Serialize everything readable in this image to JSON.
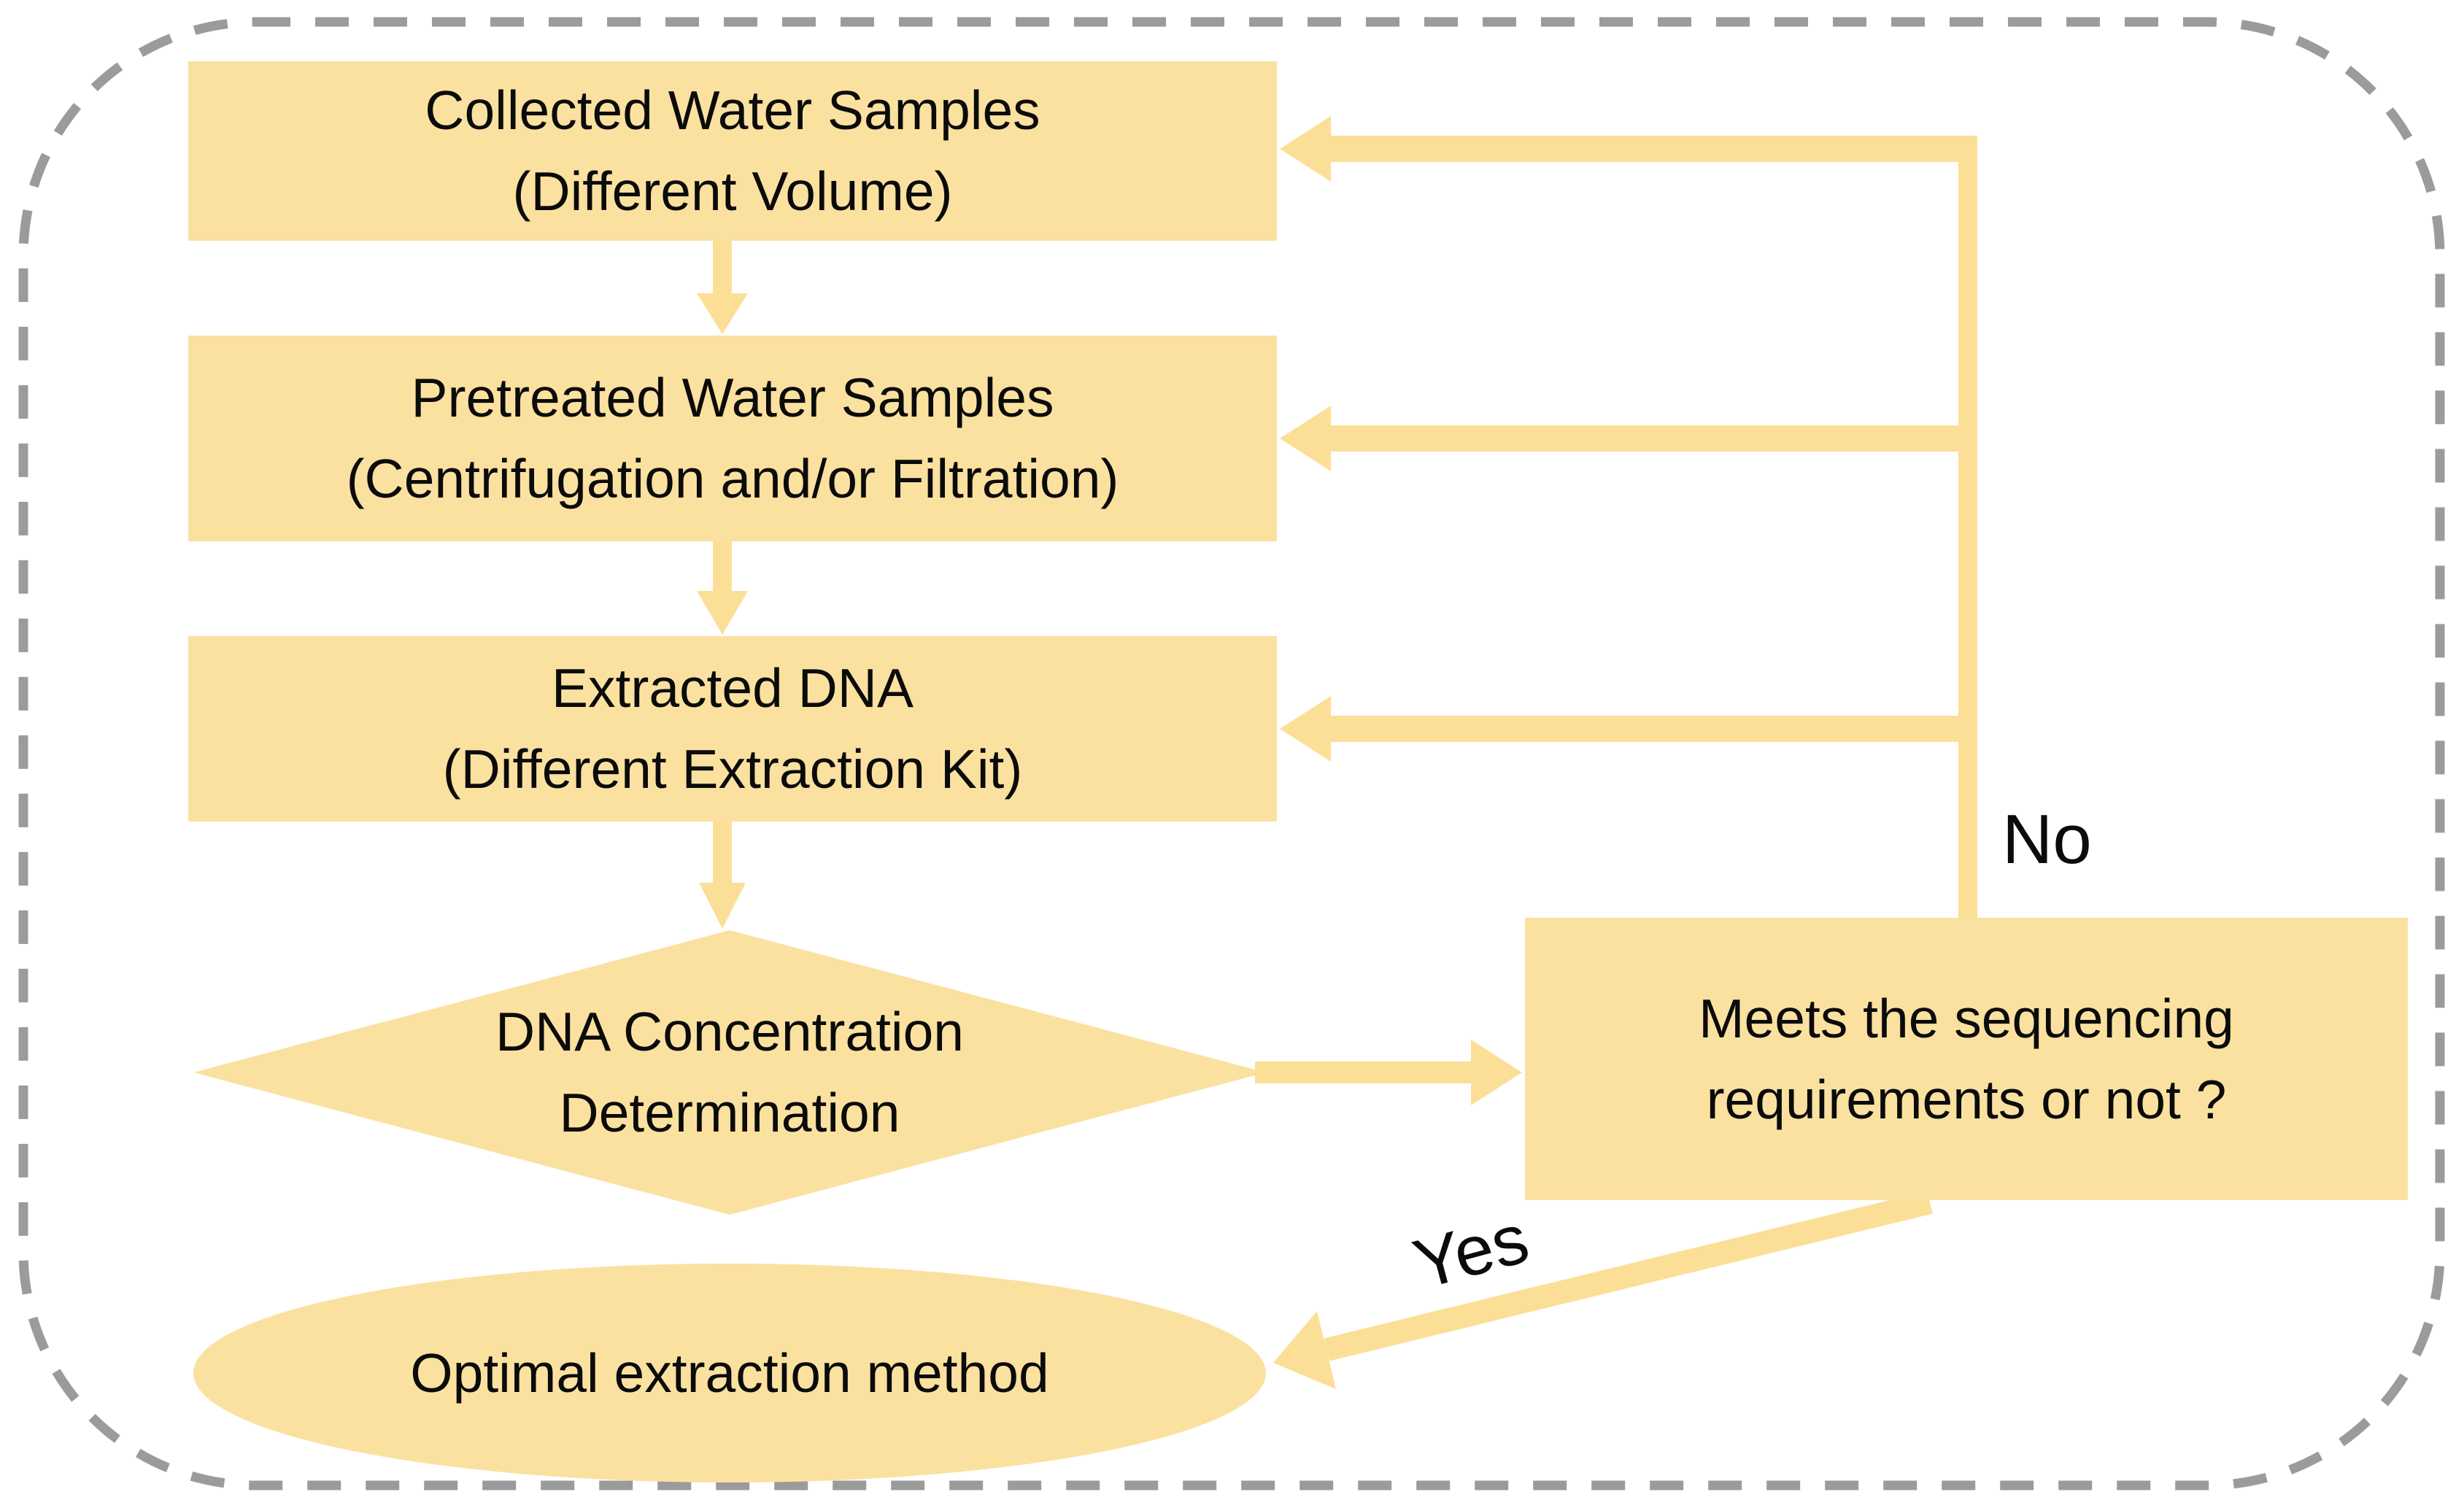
{
  "flowchart": {
    "nodes": {
      "collected": {
        "line1": "Collected Water Samples",
        "line2": "(Different Volume)"
      },
      "pretreated": {
        "line1": "Pretreated Water Samples",
        "line2": "(Centrifugation and/or Filtration)"
      },
      "extracted": {
        "line1": "Extracted DNA",
        "line2": "(Different Extraction Kit)"
      },
      "concentration": {
        "line1": "DNA Concentration",
        "line2": "Determination"
      },
      "decision": {
        "line1": "Meets the sequencing",
        "line2": "requirements or not ?"
      },
      "optimal": {
        "line1": "Optimal extraction method"
      }
    },
    "edge_labels": {
      "no": "No",
      "yes": "Yes"
    }
  },
  "colors": {
    "shape_fill": "#fbe1a0",
    "arrow_fill": "#fcdf97",
    "boundary_dash": "#9b9b9b",
    "text": "#0b0b0b",
    "background": "#ffffff"
  }
}
